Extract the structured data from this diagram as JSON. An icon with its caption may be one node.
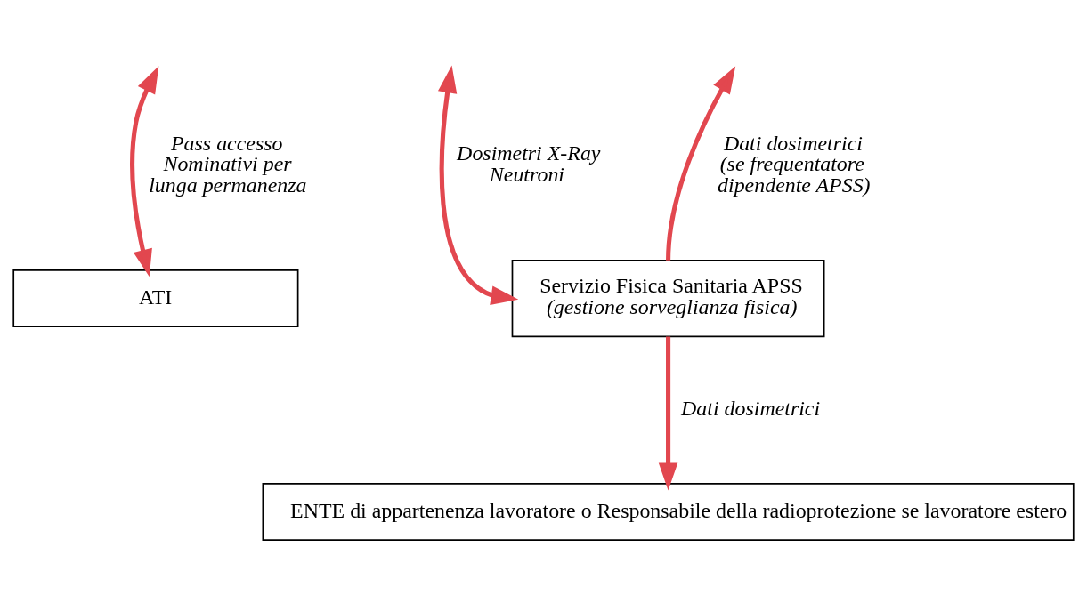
{
  "diagram": {
    "nodes": [
      {
        "text": [
          "ATI"
        ]
      },
      {
        "text": [
          "Servizio Fisica Sanitaria APSS",
          "(gestione sorveglianza fisica)"
        ]
      },
      {
        "text": [
          "ENTE di appartenenza lavoratore o Responsabile della radioprotezione se lavoratore estero"
        ]
      }
    ],
    "edges": [
      {
        "from": null,
        "to": 0,
        "arrow": "both",
        "label": "Pass accesso Nominativi per lunga permanenza"
      },
      {
        "from": null,
        "to": 1,
        "arrow": "both",
        "label": "Dosimetri X-Ray Neutroni"
      },
      {
        "from": 1,
        "to": null,
        "arrow": "to",
        "label": "Dati dosimetrici (se frequentatore dipendente APSS)"
      },
      {
        "from": 1,
        "to": 2,
        "arrow": "to",
        "label": "Dati dosimetrici"
      }
    ]
  }
}
